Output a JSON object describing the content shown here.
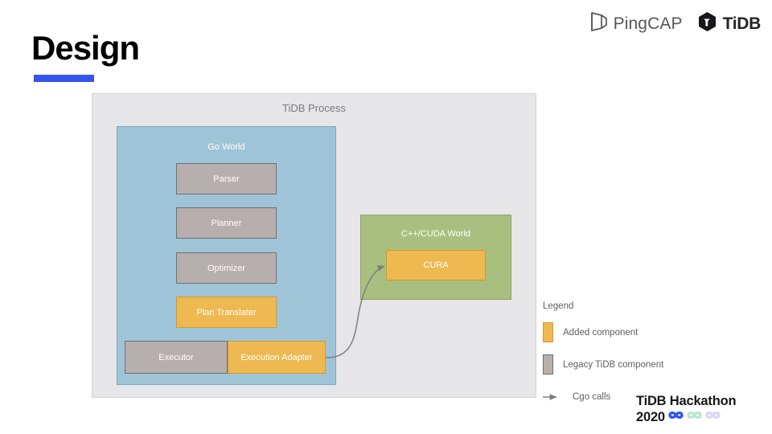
{
  "brand": {
    "pingcap_label": "PingCAP",
    "tidb_label": "TiDB",
    "pingcap_icon": "pingcap-logo-icon",
    "tidb_icon": "tidb-hexagon-logo-icon"
  },
  "title": {
    "text": "Design"
  },
  "diagram": {
    "outer": {
      "label": "TiDB Process",
      "fill": "#e6e5e7",
      "stroke": "#d2d1d3"
    },
    "go_world": {
      "label": "Go World",
      "fill": "#9fc4d8",
      "stroke": "#7da8c0"
    },
    "cuda_world": {
      "label": "C++/CUDA World",
      "fill": "#a9bf80",
      "stroke": "#8da368"
    },
    "components": [
      {
        "id": "parser",
        "label": "Parser",
        "kind": "legacy"
      },
      {
        "id": "planner",
        "label": "Planner",
        "kind": "legacy"
      },
      {
        "id": "optimizer",
        "label": "Optimizer",
        "kind": "legacy"
      },
      {
        "id": "plan_translater",
        "label": "Plan Translater",
        "kind": "added"
      },
      {
        "id": "executor",
        "label": "Executor",
        "kind": "legacy"
      },
      {
        "id": "execution_adapter",
        "label": "Execution Adapter",
        "kind": "added"
      },
      {
        "id": "cura",
        "label": "CURA",
        "kind": "added"
      }
    ],
    "connector": {
      "name": "cgo-call-arrow",
      "from": "Execution Adapter",
      "to": "CURA",
      "color": "#7f7f82"
    }
  },
  "legend": {
    "title": "Legend",
    "items": [
      {
        "label": "Added component",
        "swatch": "added",
        "color": "#eeb950"
      },
      {
        "label": "Legacy TiDB component",
        "swatch": "legacy",
        "color": "#b6afad"
      },
      {
        "label": "Cgo calls",
        "swatch": "arrow",
        "color": "#7f7f82"
      }
    ]
  },
  "hackathon": {
    "line1": "TiDB Hackathon",
    "year": "2020",
    "marks": [
      "#3355ee",
      "#b9e6cf",
      "#d9d6f7"
    ]
  },
  "colors": {
    "accent_blue": "#3355ee",
    "added": "#eeb950",
    "legacy": "#b6afad",
    "go_world": "#9fc4d8",
    "cuda_world": "#a9bf80",
    "process_bg": "#e6e5e7"
  }
}
